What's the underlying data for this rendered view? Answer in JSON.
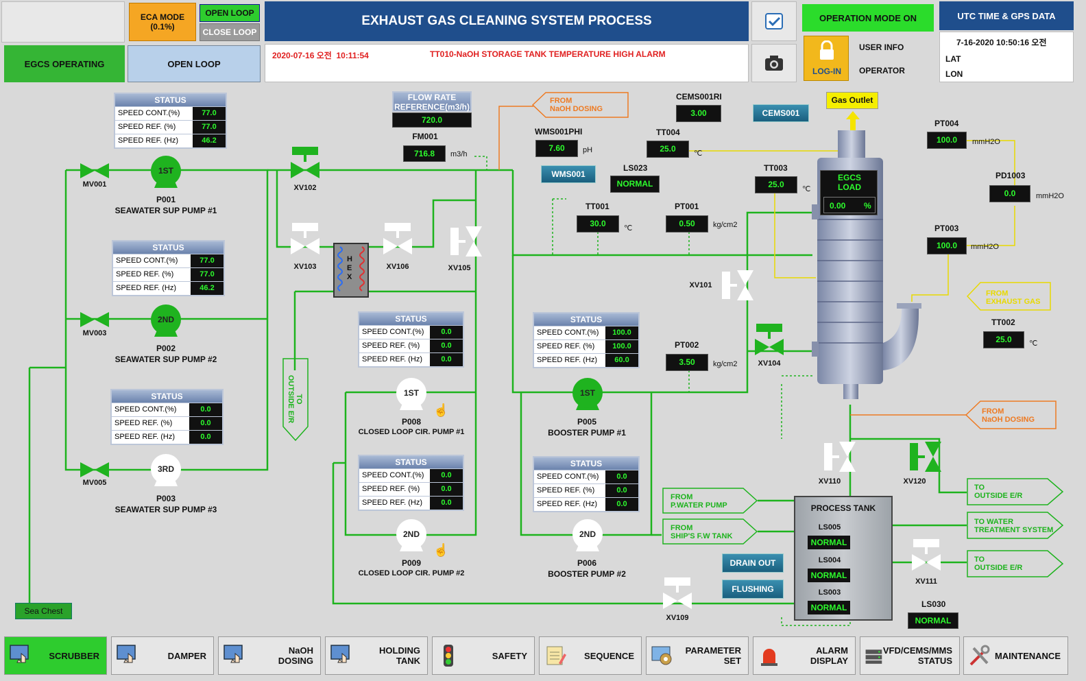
{
  "header": {
    "eca_mode": "ECA MODE\n(0.1%)",
    "open_loop_btn": "OPEN LOOP",
    "close_loop_btn": "CLOSE LOOP",
    "egcs_operating": "EGCS OPERATING",
    "open_loop_status": "OPEN LOOP",
    "title": "EXHAUST GAS CLEANING SYSTEM PROCESS",
    "alarm_time": "2020-07-16 오전  10:11:54",
    "alarm_text": "TT010-NaOH STORAGE TANK TEMPERATURE HIGH ALARM",
    "operation_mode": "OPERATION MODE ON",
    "login": "LOG-IN",
    "user_info": "USER INFO",
    "operator": "OPERATOR",
    "utc_title": "UTC TIME & GPS DATA",
    "utc_time": "7-16-2020 10:50:16 오전",
    "lat": "LAT",
    "lon": "LON"
  },
  "pumps": {
    "p001": {
      "badge": "1ST",
      "tag": "P001",
      "name": "SEAWATER SUP PUMP #1",
      "status": {
        "title": "STATUS",
        "rows": [
          {
            "label": "SPEED CONT.(%)",
            "value": "77.0"
          },
          {
            "label": "SPEED REF. (%)",
            "value": "77.0"
          },
          {
            "label": "SPEED REF. (Hz)",
            "value": "46.2"
          }
        ]
      }
    },
    "p002": {
      "badge": "2ND",
      "tag": "P002",
      "name": "SEAWATER SUP PUMP #2",
      "status": {
        "title": "STATUS",
        "rows": [
          {
            "label": "SPEED CONT.(%)",
            "value": "77.0"
          },
          {
            "label": "SPEED REF. (%)",
            "value": "77.0"
          },
          {
            "label": "SPEED REF. (Hz)",
            "value": "46.2"
          }
        ]
      }
    },
    "p003": {
      "badge": "3RD",
      "tag": "P003",
      "name": "SEAWATER SUP PUMP #3",
      "status": {
        "title": "STATUS",
        "rows": [
          {
            "label": "SPEED CONT.(%)",
            "value": "0.0"
          },
          {
            "label": "SPEED REF. (%)",
            "value": "0.0"
          },
          {
            "label": "SPEED REF. (Hz)",
            "value": "0.0"
          }
        ]
      }
    },
    "p008": {
      "badge": "1ST",
      "tag": "P008",
      "name": "CLOSED LOOP CIR. PUMP #1",
      "status": {
        "title": "STATUS",
        "rows": [
          {
            "label": "SPEED CONT.(%)",
            "value": "0.0"
          },
          {
            "label": "SPEED REF. (%)",
            "value": "0.0"
          },
          {
            "label": "SPEED REF. (Hz)",
            "value": "0.0"
          }
        ]
      }
    },
    "p009": {
      "badge": "2ND",
      "tag": "P009",
      "name": "CLOSED LOOP CIR. PUMP #2",
      "status": {
        "title": "STATUS",
        "rows": [
          {
            "label": "SPEED CONT.(%)",
            "value": "0.0"
          },
          {
            "label": "SPEED REF. (%)",
            "value": "0.0"
          },
          {
            "label": "SPEED REF. (Hz)",
            "value": "0.0"
          }
        ]
      }
    },
    "p005": {
      "badge": "1ST",
      "tag": "P005",
      "name": "BOOSTER PUMP #1",
      "status": {
        "title": "STATUS",
        "rows": [
          {
            "label": "SPEED CONT.(%)",
            "value": "100.0"
          },
          {
            "label": "SPEED REF. (%)",
            "value": "100.0"
          },
          {
            "label": "SPEED REF. (Hz)",
            "value": "60.0"
          }
        ]
      }
    },
    "p006": {
      "badge": "2ND",
      "tag": "P006",
      "name": "BOOSTER PUMP #2",
      "status": {
        "title": "STATUS",
        "rows": [
          {
            "label": "SPEED CONT.(%)",
            "value": "0.0"
          },
          {
            "label": "SPEED REF. (%)",
            "value": "0.0"
          },
          {
            "label": "SPEED REF. (Hz)",
            "value": "0.0"
          }
        ]
      }
    }
  },
  "valves": {
    "mv001": "MV001",
    "mv003": "MV003",
    "mv005": "MV005",
    "xv102": "XV102",
    "xv103": "XV103",
    "xv106": "XV106",
    "xv105": "XV105",
    "xv101": "XV101",
    "xv104": "XV104",
    "xv110": "XV110",
    "xv120": "XV120",
    "xv111": "XV111",
    "xv109": "XV109"
  },
  "hex_label": "H\nE\nX",
  "flow": {
    "title": "FLOW RATE\nREFERENCE(m3/h)",
    "ref_value": "720.0",
    "fm_tag": "FM001",
    "fm_value": "716.8",
    "fm_unit": "m3/h"
  },
  "sensors": {
    "wms001phi": {
      "tag": "WMS001PHI",
      "value": "7.60",
      "unit": "pH"
    },
    "cems001ri": {
      "tag": "CEMS001RI",
      "value": "3.00"
    },
    "tt004": {
      "tag": "TT004",
      "value": "25.0",
      "unit": "℃"
    },
    "ls023": {
      "tag": "LS023",
      "value": "NORMAL"
    },
    "tt003": {
      "tag": "TT003",
      "value": "25.0",
      "unit": "℃"
    },
    "tt001": {
      "tag": "TT001",
      "value": "30.0",
      "unit": "℃"
    },
    "pt001": {
      "tag": "PT001",
      "value": "0.50",
      "unit": "kg/cm2"
    },
    "pt002": {
      "tag": "PT002",
      "value": "3.50",
      "unit": "kg/cm2"
    },
    "pt004": {
      "tag": "PT004",
      "value": "100.0",
      "unit": "mmH2O"
    },
    "pd1003": {
      "tag": "PD1003",
      "value": "0.0",
      "unit": "mmH2O"
    },
    "pt003": {
      "tag": "PT003",
      "value": "100.0",
      "unit": "mmH2O"
    },
    "tt002": {
      "tag": "TT002",
      "value": "25.0",
      "unit": "℃"
    },
    "ls030": {
      "tag": "LS030",
      "value": "NORMAL"
    }
  },
  "buttons": {
    "cems001": "CEMS001",
    "wms001": "WMS001",
    "drain_out": "DRAIN OUT",
    "flushing": "FLUSHING"
  },
  "gas_outlet": "Gas Outlet",
  "egcs_load": {
    "title": "EGCS\nLOAD",
    "value": "0.00",
    "unit": "%"
  },
  "arrows": {
    "from_naoh_top": "FROM\nNaOH DOSING",
    "to_outside_left": "TO\nOUTSIDE E/R",
    "from_exhaust": "FROM\nEXHAUST GAS",
    "from_naoh_right": "FROM\nNaOH DOSING",
    "from_pwater": "FROM\nP.WATER PUMP",
    "from_fw_tank": "FROM\nSHIP'S F.W TANK",
    "to_outside_1": "TO\nOUTSIDE E/R",
    "to_water_treat": "TO WATER\nTREATMENT SYSTEM",
    "to_outside_2": "TO\nOUTSIDE E/R"
  },
  "process_tank": {
    "title": "PROCESS TANK",
    "ls005": "LS005",
    "ls005_v": "NORMAL",
    "ls004": "LS004",
    "ls004_v": "NORMAL",
    "ls003": "LS003",
    "ls003_v": "NORMAL"
  },
  "sea_chest": "Sea Chest",
  "nav": {
    "scrubber": "SCRUBBER",
    "damper": "DAMPER",
    "naoh": "NaOH\nDOSING",
    "holding": "HOLDING\nTANK",
    "safety": "SAFETY",
    "sequence": "SEQUENCE",
    "parameter": "PARAMETER\nSET",
    "alarm": "ALARM\nDISPLAY",
    "vfd": "VFD/CEMS/MMS\nSTATUS",
    "maintenance": "MAINTENANCE"
  },
  "colors": {
    "pipe": "#1db31d",
    "title_bg": "#1f4e8c",
    "value_green": "#2dfc2d",
    "alarm_red": "#e02020",
    "arrow_orange": "#ee7a22"
  }
}
